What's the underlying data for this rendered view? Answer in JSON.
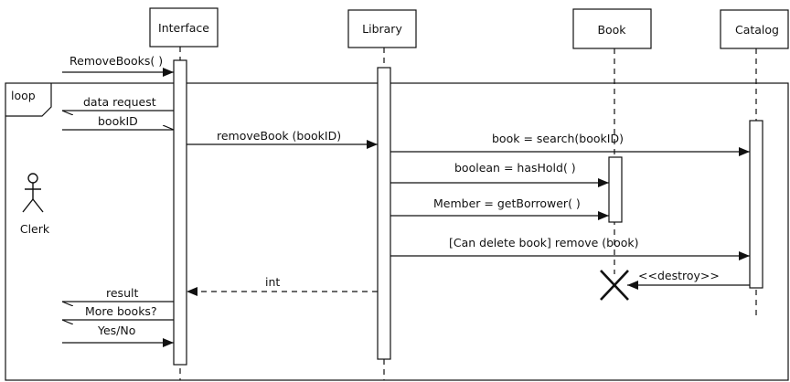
{
  "lifelines": {
    "interface": "Interface",
    "library": "Library",
    "book": "Book",
    "catalog": "Catalog"
  },
  "actor": {
    "label": "Clerk"
  },
  "frame": {
    "label": "loop"
  },
  "messages": {
    "remove_books": "RemoveBooks( )",
    "data_request": "data request",
    "book_id": "bookID",
    "remove_book": "removeBook (bookID)",
    "search": "book = search(bookID)",
    "has_hold": "boolean = hasHold( )",
    "get_borrower": "Member = getBorrower( )",
    "remove": "[Can delete book] remove (book)",
    "destroy": "<<destroy>>",
    "int_return": "int",
    "result": "result",
    "more_books": "More books?",
    "yes_no": "Yes/No"
  }
}
